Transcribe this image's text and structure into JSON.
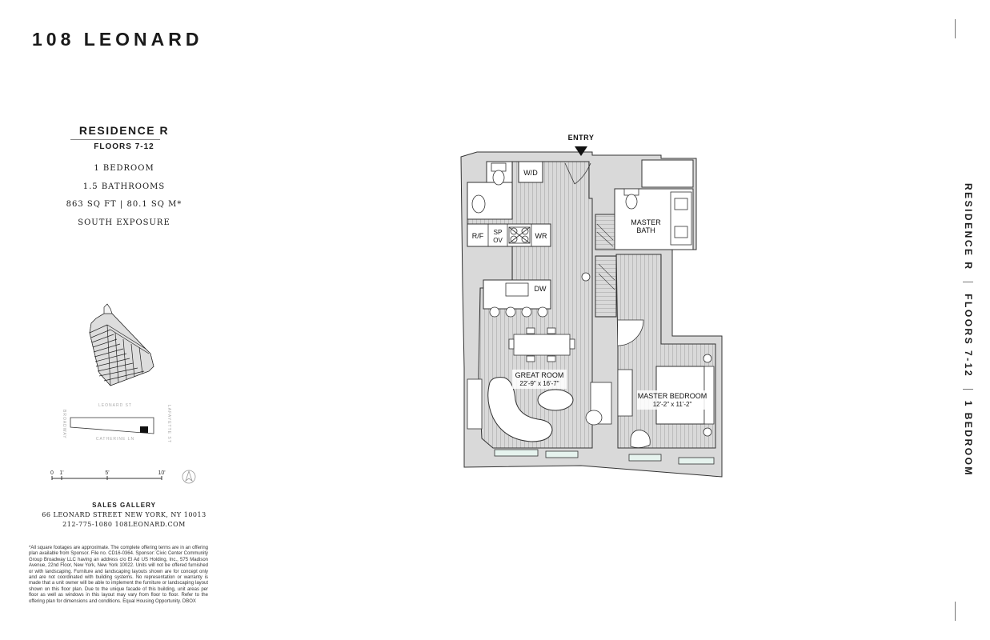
{
  "brand": "108 LEONARD",
  "residence": {
    "name": "RESIDENCE R",
    "floors": "FLOORS 7-12",
    "bedrooms": "1 BEDROOM",
    "bathrooms": "1.5 BATHROOMS",
    "area": "863 SQ FT | 80.1 SQ M*",
    "exposure": "SOUTH EXPOSURE"
  },
  "plan": {
    "entry": "ENTRY",
    "appliances": {
      "wd": "W/D",
      "rf": "R/F",
      "sp": "SP",
      "ov": "OV",
      "wr": "WR",
      "dw": "DW"
    },
    "rooms": {
      "great_room": "GREAT ROOM",
      "great_room_dims": "22'-9\" x 16'-7\"",
      "master_bath": "MASTER",
      "master_bath_2": "BATH",
      "master_bedroom": "MASTER BEDROOM",
      "master_bedroom_dims": "12'-2\" x 11'-2\""
    }
  },
  "keyplan": {
    "street_top": "LEONARD ST",
    "street_bottom": "CATHERINE LN",
    "street_left": "BROADWAY",
    "street_right": "LAFAYETTE ST"
  },
  "scale": {
    "t0": "0",
    "t1": "1'",
    "t5": "5'",
    "t10": "10'"
  },
  "sales": {
    "title": "SALES GALLERY",
    "address": "66 LEONARD STREET   NEW YORK, NY 10013",
    "contact": "212-775-1080   108LEONARD.COM"
  },
  "disclaimer": "*All square footages are approximate. The complete offering terms are in an offering plan available from Sponsor. File no. CD16-0364. Sponsor: Civic Center Community Group Broadway LLC having an address c/o El Ad US Holding, Inc., 575 Madison Avenue, 22nd Floor, New York, New York 10022. Units will not be offered furnished or with landscaping. Furniture and landscaping layouts shown are for concept only and are not coordinated with building systems. No representation or warranty is made that a unit owner will be able to implement the furniture or landscaping layout shown on this floor plan. Due to the unique facade of this building, unit areas per floor as well as windows in this layout may vary from floor to floor. Refer to the offering plan for dimensions and conditions. Equal Housing Opportunity. DBOX",
  "side_label": {
    "a": "RESIDENCE R",
    "b": "FLOORS 7-12",
    "c": "1 BEDROOM"
  }
}
